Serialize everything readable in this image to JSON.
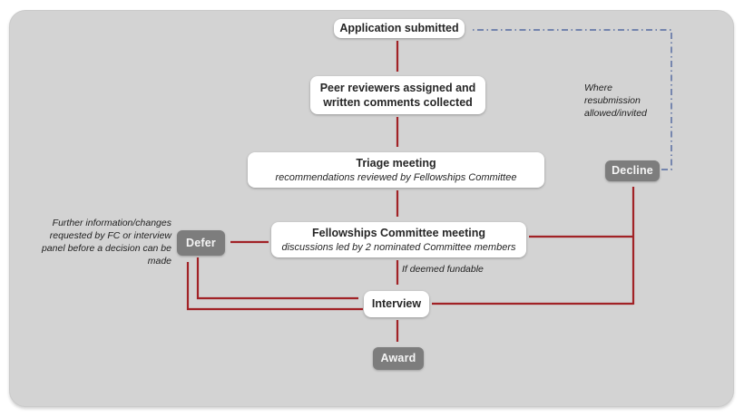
{
  "diagram": {
    "nodes": {
      "application": {
        "label": "Application submitted"
      },
      "peer_review": {
        "line1": "Peer reviewers assigned and",
        "line2": "written comments collected"
      },
      "triage": {
        "title": "Triage meeting",
        "subtitle": "recommendations reviewed by Fellowships Committee"
      },
      "fc_meeting": {
        "title": "Fellowships Committee meeting",
        "subtitle": "discussions led by 2 nominated Committee members"
      },
      "decline": {
        "label": "Decline"
      },
      "defer": {
        "label": "Defer"
      },
      "interview": {
        "label": "Interview"
      },
      "award": {
        "label": "Award"
      }
    },
    "annotations": {
      "resubmission_note": "Where resubmission allowed/invited",
      "defer_note": "Further information/changes requested by FC or interview panel before a decision can be made",
      "fundable_note": "If deemed fundable"
    },
    "edges": [
      {
        "from": "application",
        "to": "peer_review",
        "style": "solid-red-arrow"
      },
      {
        "from": "peer_review",
        "to": "triage",
        "style": "solid-red-arrow"
      },
      {
        "from": "triage",
        "to": "fc_meeting",
        "style": "solid-red-arrow"
      },
      {
        "from": "fc_meeting",
        "to": "interview",
        "style": "solid-red-arrow",
        "label": "If deemed fundable"
      },
      {
        "from": "fc_meeting",
        "to": "defer",
        "style": "solid-red-arrow"
      },
      {
        "from": "fc_meeting",
        "to": "decline",
        "style": "solid-red-arrow"
      },
      {
        "from": "interview",
        "to": "decline",
        "style": "solid-red-arrow"
      },
      {
        "from": "defer",
        "to": "interview",
        "style": "solid-red-arrow"
      },
      {
        "from": "interview",
        "to": "defer",
        "style": "solid-red-arrow"
      },
      {
        "from": "interview",
        "to": "award",
        "style": "solid-red-arrow"
      },
      {
        "from": "decline",
        "to": "application",
        "style": "dash-dot-blue-arrow",
        "label": "Where resubmission allowed/invited"
      }
    ],
    "colors": {
      "arrow_red": "#a12226",
      "dashed_blue": "#6679a8",
      "node_gray": "#7d7d7d",
      "node_white": "#ffffff",
      "canvas_bg": "#d3d3d3",
      "text_dark": "#262626"
    }
  }
}
